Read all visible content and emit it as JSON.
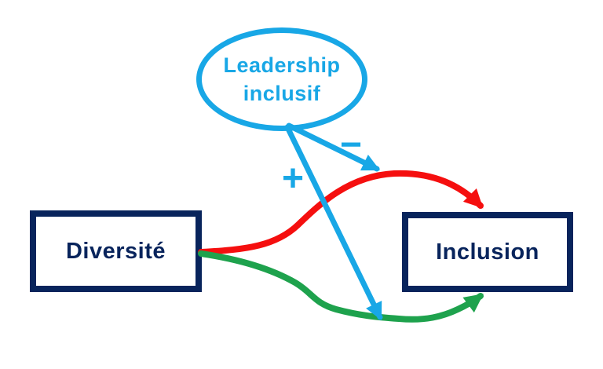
{
  "diagram_type": "moderation-model",
  "background_color": "#FFFFFF",
  "nodes": {
    "leadership": {
      "label": "Leadership inclusif",
      "shape": "ellipse",
      "outline_color": "#18A7E6",
      "text_color": "#18A7E6"
    },
    "diversite": {
      "label": "Diversité",
      "shape": "rectangle",
      "outline_color": "#08245C",
      "text_color": "#08245C"
    },
    "inclusion": {
      "label": "Inclusion",
      "shape": "rectangle",
      "outline_color": "#08245C",
      "text_color": "#08245C"
    }
  },
  "edges": {
    "direct": {
      "from": "Diversité",
      "to": "Inclusion",
      "color": "#F50F0F",
      "style": "curved-above"
    },
    "inclusive": {
      "from": "Diversité",
      "to": "Inclusion",
      "color": "#1EA24D",
      "style": "curved-below"
    },
    "moderation_negative": {
      "from": "Leadership inclusif",
      "to": "direct-path",
      "label": "−",
      "color": "#18A7E6"
    },
    "moderation_positive": {
      "from": "Leadership inclusif",
      "to": "inclusive-path",
      "label": "+",
      "color": "#18A7E6"
    }
  }
}
